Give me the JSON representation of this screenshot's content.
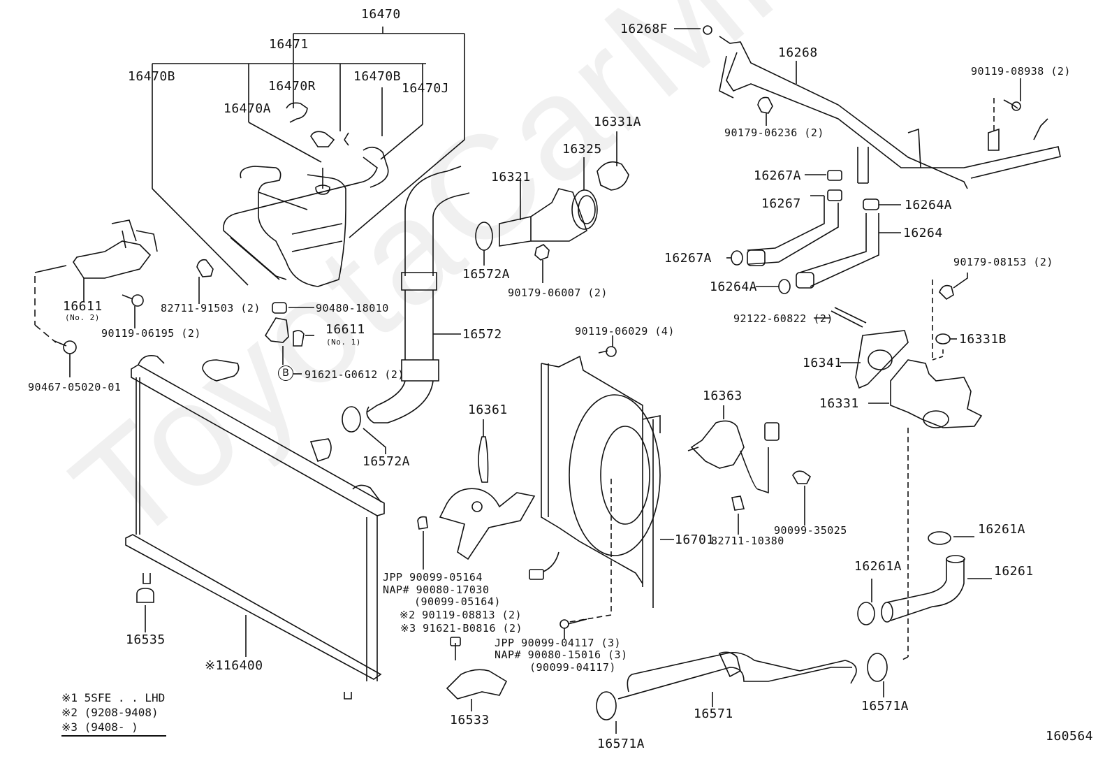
{
  "watermark": "ToyotaCarMiners.ru",
  "diagram_id": "160564",
  "labels": {
    "p16470": "16470",
    "p16471": "16471",
    "p16470B_left": "16470B",
    "p16470R": "16470R",
    "p16470B_right": "16470B",
    "p16470J": "16470J",
    "p16470A": "16470A",
    "p16611_no2": "16611",
    "p16611_no2_note": "(No. 2)",
    "p90119_06195": "90119-06195 (2)",
    "p82711_91503": "82711-91503 (2)",
    "p90480_18010": "90480-18010",
    "p16611_no1": "16611",
    "p16611_no1_note": "(No. 1)",
    "circle_b": "B",
    "p91621_G0612": "91621-G0612 (2)",
    "p90467_05020": "90467-05020-01",
    "p16321": "16321",
    "p16325": "16325",
    "p16331A": "16331A",
    "p16572A_top": "16572A",
    "p90179_06007": "90179-06007 (2)",
    "p16572": "16572",
    "p16572A_bottom": "16572A",
    "p16268F": "16268F",
    "p16268": "16268",
    "p90119_08938": "90119-08938 (2)",
    "p90179_06236": "90179-06236 (2)",
    "p16267A_top": "16267A",
    "p16267": "16267",
    "p16264A_top": "16264A",
    "p16264": "16264",
    "p16267A_bottom": "16267A",
    "p16264A_bottom": "16264A",
    "p90179_08153": "90179-08153 (2)",
    "p92122_60822": "92122-60822 (2)",
    "p16331B": "16331B",
    "p16341": "16341",
    "p16331": "16331",
    "p90119_06029": "90119-06029 (4)",
    "p16361": "16361",
    "p16363": "16363",
    "p82711_10380": "82711-10380",
    "p90099_35025": "90099-35025",
    "p16701": "16701",
    "p16261A_top": "16261A",
    "p16261A_left": "16261A",
    "p16261": "16261",
    "p16535": "16535",
    "p16400": "※116400",
    "jpp1": "JPP   90099-05164",
    "nap1": "NAP# 90080-17030",
    "nap1_alt": "(90099-05164)",
    "note2": "※2  90119-08813 (2)",
    "note3": "※3  91621-B0816 (2)",
    "jpp2": "JPP    90099-04117 (3)",
    "nap2": "NAP#  90080-15016 (3)",
    "nap2_alt": "(90099-04117)",
    "p16533": "16533",
    "p16571": "16571",
    "p16571A_left": "16571A",
    "p16571A_right": "16571A"
  },
  "legend": [
    "※1  5SFE . . LHD",
    "※2  (9208-9408)",
    "※3  (9408-      )"
  ]
}
